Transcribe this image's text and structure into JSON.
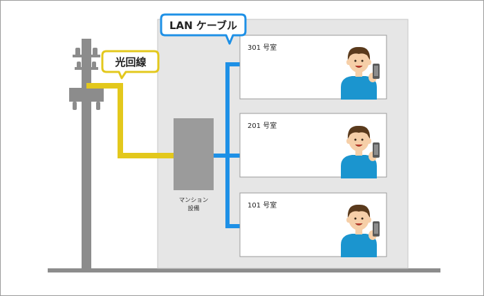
{
  "callouts": {
    "lan": "LAN ケーブル",
    "fiber": "光回線"
  },
  "equipment": {
    "label_line1": "マンション",
    "label_line2": "設備"
  },
  "rooms": [
    {
      "label": "301 号室"
    },
    {
      "label": "201 号室"
    },
    {
      "label": "101 号室"
    }
  ],
  "colors": {
    "lan_blue": "#1e90e6",
    "fiber_yellow": "#e3c81c",
    "building": "#e6e6e6",
    "pole": "#8c8c8c",
    "equipment": "#9b9b9b",
    "shirt": "#1b95cf",
    "hair": "#5a3a1c",
    "skin": "#f6cfa8"
  }
}
